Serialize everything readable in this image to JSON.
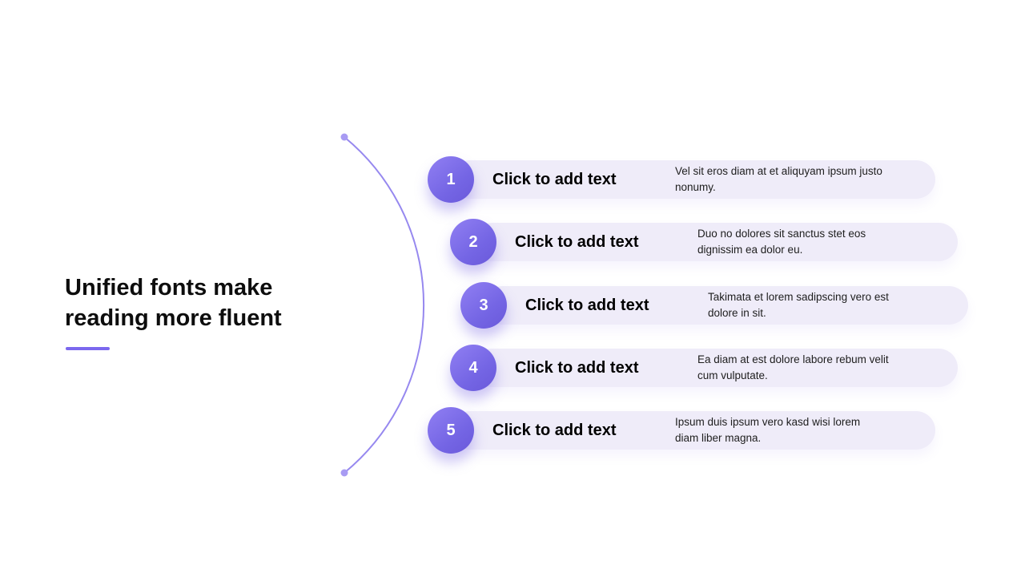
{
  "slide": {
    "title": "Unified fonts make reading more fluent",
    "accent_color": "#7b68ee",
    "background_color": "#ffffff",
    "pill_color": "#efecf9",
    "circle_gradient": [
      "#8d7cf1",
      "#6a59da"
    ],
    "arc_color": "#9688ef"
  },
  "items": [
    {
      "number": "1",
      "label": "Click to add text",
      "desc_line1": "Vel sit eros diam at et aliquyam ipsum justo",
      "desc_line2": "nonumy."
    },
    {
      "number": "2",
      "label": "Click to add text",
      "desc_line1": "Duo no dolores sit sanctus stet eos",
      "desc_line2": "dignissim ea dolor eu."
    },
    {
      "number": "3",
      "label": "Click to add text",
      "desc_line1": "Takimata et lorem sadipscing vero est",
      "desc_line2": "dolore in sit."
    },
    {
      "number": "4",
      "label": "Click to add text",
      "desc_line1": "Ea diam at est dolore labore rebum velit",
      "desc_line2": "cum vulputate."
    },
    {
      "number": "5",
      "label": "Click to add text",
      "desc_line1": "Ipsum duis ipsum vero kasd wisi lorem",
      "desc_line2": "diam liber magna."
    }
  ]
}
